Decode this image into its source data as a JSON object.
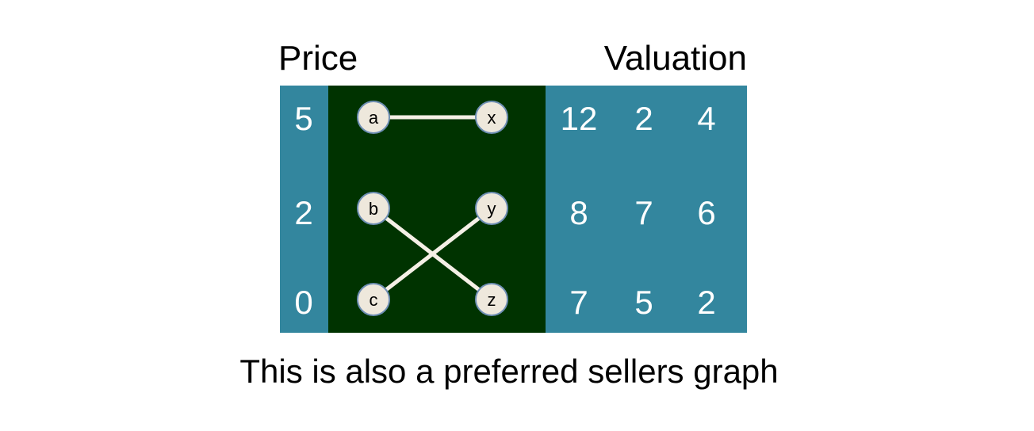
{
  "headers": {
    "price": "Price",
    "valuation": "Valuation"
  },
  "prices": [
    "5",
    "2",
    "0"
  ],
  "buyers": [
    "a",
    "b",
    "c"
  ],
  "sellers": [
    "x",
    "y",
    "z"
  ],
  "valuations": [
    [
      "12",
      "2",
      "4"
    ],
    [
      "8",
      "7",
      "6"
    ],
    [
      "7",
      "5",
      "2"
    ]
  ],
  "edges": [
    {
      "from": "a",
      "to": "x"
    },
    {
      "from": "b",
      "to": "z"
    },
    {
      "from": "c",
      "to": "y"
    }
  ],
  "caption": "This is also a preferred sellers graph",
  "colors": {
    "price_bg": "#33869e",
    "graph_bg": "#003300",
    "valuation_bg": "#33869e",
    "node_fill": "#eee8dc",
    "node_stroke": "#6f8fb4",
    "edge": "#f5f0e6",
    "text_light": "#ffffff"
  }
}
